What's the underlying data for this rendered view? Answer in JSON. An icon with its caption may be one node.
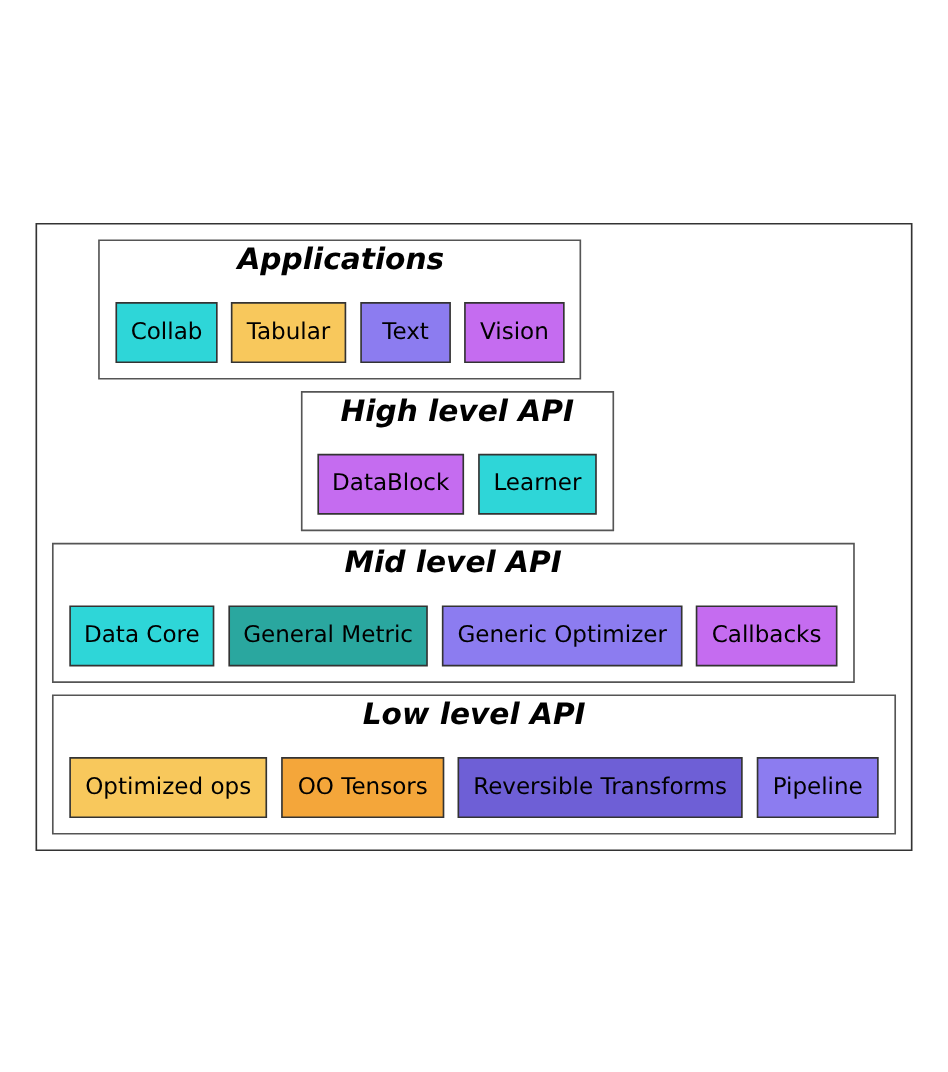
{
  "diagram": {
    "nodes": [
      {
        "text": [],
        "shape": "box"
      },
      {
        "text": [
          "Applications"
        ],
        "in": 0
      },
      {
        "text": [
          "Vision"
        ],
        "in": 1
      },
      {
        "text": [
          "Text"
        ],
        "in": 1
      },
      {
        "text": [
          "Tabular"
        ],
        "in": 1
      },
      {
        "text": [
          "Collab"
        ],
        "in": 1
      },
      {
        "text": [
          "High level API"
        ],
        "in": 0
      },
      {
        "text": [
          "Learner"
        ],
        "in": 6
      },
      {
        "text": [
          "DataBlock"
        ],
        "in": 6
      },
      {
        "text": [
          "Mid level API"
        ],
        "in": 0
      },
      {
        "text": [
          "Callbacks"
        ],
        "in": 9
      },
      {
        "text": [
          "Generic Optimizer"
        ],
        "in": 9
      },
      {
        "text": [
          "General Metric"
        ],
        "in": 9
      },
      {
        "text": [
          "Data Core"
        ],
        "in": 9
      },
      {
        "text": [
          "Low level API"
        ],
        "in": 0
      },
      {
        "text": [
          "Pipeline"
        ],
        "in": 14
      },
      {
        "text": [
          "Reversible Transforms"
        ],
        "in": 14
      },
      {
        "text": [
          "OO Tensors"
        ],
        "in": 14
      },
      {
        "text": [
          "Optimized ops"
        ],
        "in": 14
      }
    ]
  }
}
